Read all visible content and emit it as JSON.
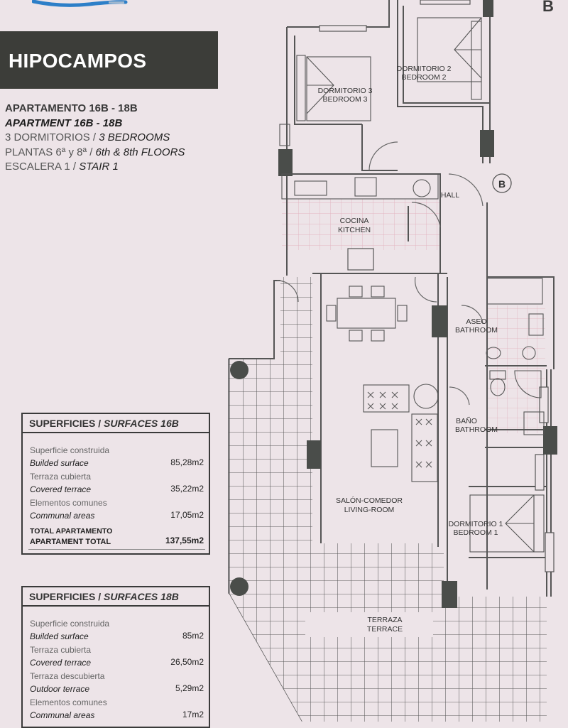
{
  "header": {
    "corner_letter": "B",
    "title": "HIPOCAMPOS"
  },
  "specs": {
    "line1": "APARTAMENTO 16B - 18B",
    "line2": "APARTMENT 16B - 18B",
    "line3_es": "3 DORMITORIOS / ",
    "line3_en": "3 BEDROOMS",
    "line4_es": "PLANTAS 6ª y 8ª / ",
    "line4_en": "6th & 8th FLOORS",
    "line5_es": "ESCALERA 1 / ",
    "line5_en": "STAIR 1"
  },
  "surfaces_16b": {
    "header_es": "SUPERFICIES / ",
    "header_en": "SURFACES 16B",
    "rows": [
      {
        "es": "Superficie construida",
        "en": "Builded surface",
        "value": "85,28m2"
      },
      {
        "es": "Terraza cubierta",
        "en": "Covered terrace",
        "value": "35,22m2"
      },
      {
        "es": "Elementos comunes",
        "en": "Communal areas",
        "value": "17,05m2"
      }
    ],
    "total_es": "TOTAL APARTAMENTO",
    "total_en": "APARTAMENT TOTAL",
    "total_value": "137,55m2"
  },
  "surfaces_18b": {
    "header_es": "SUPERFICIES / ",
    "header_en": "SURFACES 18B",
    "rows": [
      {
        "es": "Superficie construida",
        "en": "Builded surface",
        "value": "85m2"
      },
      {
        "es": "Terraza cubierta",
        "en": "Covered terrace",
        "value": "26,50m2"
      },
      {
        "es": "Terraza descubierta",
        "en": "Outdoor terrace",
        "value": "5,29m2"
      },
      {
        "es": "Elementos comunes",
        "en": "Communal areas",
        "value": "17m2"
      }
    ]
  },
  "rooms": {
    "bedroom3_es": "DORMITORIO 3",
    "bedroom3_en": "BEDROOM 3",
    "bedroom2_es": "DORMITORIO 2",
    "bedroom2_en": "BEDROOM 2",
    "hall": "HALL",
    "stair_marker": "B",
    "kitchen_es": "COCINA",
    "kitchen_en": "KITCHEN",
    "aseo_es": "ASEO",
    "aseo_en": "BATHROOM",
    "bano_es": "BAÑO",
    "bano_en": "BATHROOM",
    "living_es": "SALÓN-COMEDOR",
    "living_en": "LIVING-ROOM",
    "bedroom1_es": "DORMITORIO 1",
    "bedroom1_en": "BEDROOM 1",
    "terrace_es": "TERRAZA",
    "terrace_en": "TERRACE"
  },
  "colors": {
    "background": "#ede4e8",
    "title_block": "#3c3d39",
    "wall": "#555555",
    "tile_line": "#5a5a5a",
    "column": "#4a4d4a",
    "logo_blue": "#2d7fc8"
  }
}
